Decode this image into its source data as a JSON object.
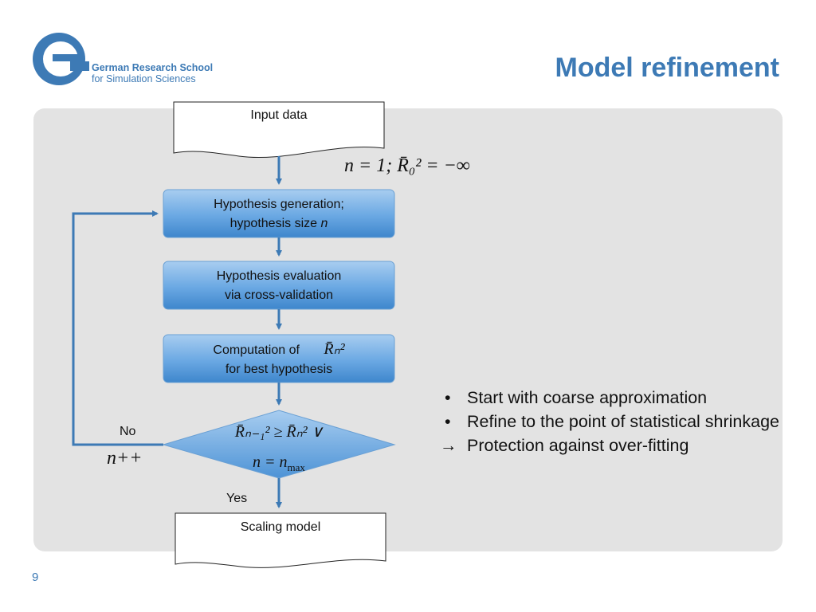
{
  "header": {
    "logo_line1": "German Research School",
    "logo_line2": "for Simulation Sciences",
    "title": "Model refinement"
  },
  "flow": {
    "input": "Input  data",
    "init_formula": "n = 1; R̄₀² = −∞",
    "gen_line1": "Hypothesis generation;",
    "gen_line2": "hypothesis size",
    "gen_var": "n",
    "eval_line1": "Hypothesis evaluation",
    "eval_line2": "via cross-validation",
    "comp_line1": "Computation of",
    "comp_formula": "R̄ₙ²",
    "comp_line2": "for best hypothesis",
    "decision_line1": "R̄ₙ₋₁² ≥ R̄ₙ² ∨",
    "decision_line2": "n = n",
    "decision_sub": "max",
    "no_label": "No",
    "increment": "n++",
    "yes_label": "Yes",
    "output": "Scaling model"
  },
  "bullets": [
    "Start with coarse approximation",
    "Refine to the point of statistical shrinkage"
  ],
  "conclusion": "Protection against over-fitting",
  "page_number": "9",
  "colors": {
    "accent": "#3d7ab5",
    "box": "#4f95d6",
    "panel": "#e3e3e3"
  }
}
